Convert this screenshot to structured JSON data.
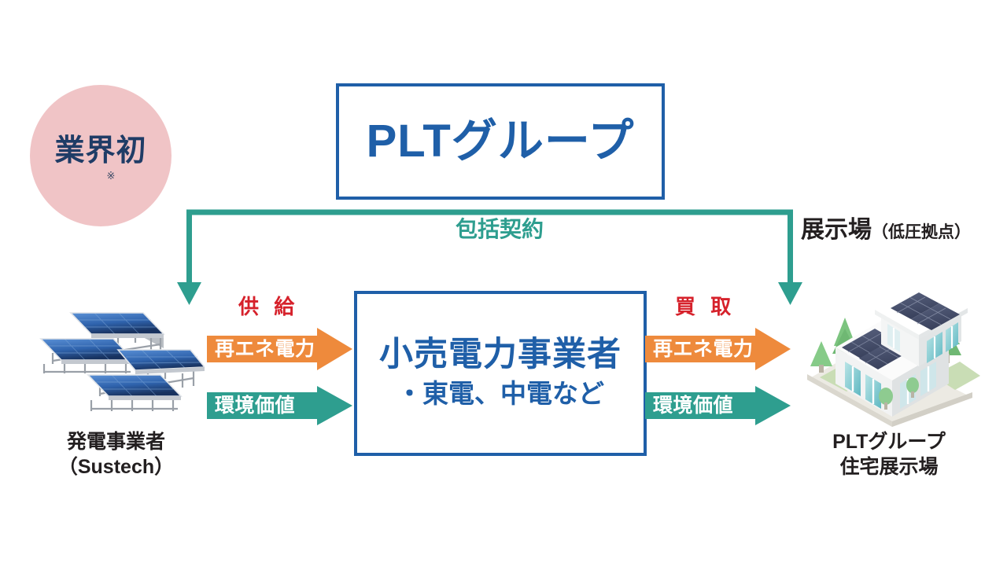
{
  "badge": {
    "text": "業界初",
    "note": "※",
    "bg_color": "#f0c4c6",
    "text_color": "#1f3c66"
  },
  "title": {
    "text": "PLTグループ",
    "border_color": "#1f5fa8",
    "text_color": "#1f5fa8"
  },
  "bracket": {
    "label": "包括契約",
    "color": "#2e9e8f"
  },
  "venue": {
    "main": "展示場",
    "sub": "（低圧拠点）"
  },
  "center_box": {
    "line1": "小売電力事業者",
    "line2": "・東電、中電など",
    "border_color": "#1f5fa8",
    "text_color": "#1f5fa8"
  },
  "flows": {
    "supply": {
      "caption": "供 給",
      "caption_color": "#d6212b",
      "power_label": "再エネ電力",
      "power_color": "#ee8a3c",
      "value_label": "環境価値",
      "value_color": "#2e9e8f"
    },
    "purchase": {
      "caption": "買 取",
      "caption_color": "#d6212b",
      "power_label": "再エネ電力",
      "power_color": "#ee8a3c",
      "value_label": "環境価値",
      "value_color": "#2e9e8f"
    }
  },
  "left_node": {
    "caption_line1": "発電事業者",
    "caption_line2": "（Sustech）",
    "icon": "solar-panel-array-icon"
  },
  "right_node": {
    "caption_line1": "PLTグループ",
    "caption_line2": "住宅展示場",
    "icon": "solar-house-icon"
  }
}
